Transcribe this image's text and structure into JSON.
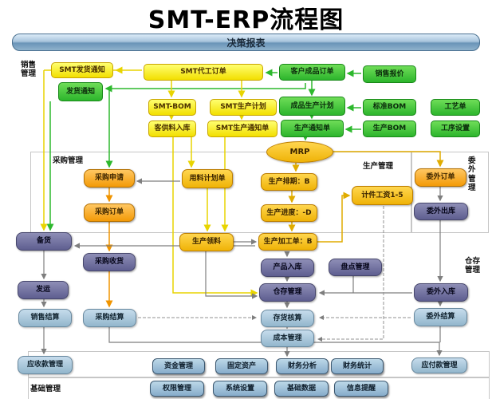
{
  "title": "SMT-ERP流程图",
  "banner": {
    "label": "决策报表"
  },
  "regions": {
    "sales": "销售管理",
    "purchase": "采购管理",
    "production": "生产管理",
    "outsource": "委外管理",
    "warehouse": "仓存管理",
    "base": "基础管理"
  },
  "colors": {
    "yellow_box": "#f2df00",
    "gold_box": "#efb307",
    "green_box": "#2cb52c",
    "orange_box": "#f39a07",
    "purple_box": "#5e5e90",
    "lightblue_box": "#92b6cc",
    "steelblue_button": "#86accb",
    "banner_blue": "#6a94b8",
    "arrow_green": "#2db82d",
    "arrow_yellow": "#e8d400",
    "arrow_orange": "#f09400",
    "arrow_gray": "#7e7e7e"
  },
  "nodes": {
    "smt_ship_notice": {
      "label": "SMT发货通知"
    },
    "ship_notice": {
      "label": "发货通知"
    },
    "smt_oem_order": {
      "label": "SMT代工订单"
    },
    "cust_order": {
      "label": "客户成品订单"
    },
    "sales_quote": {
      "label": "销售报价"
    },
    "smt_bom": {
      "label": "SMT-BOM"
    },
    "smt_prod_plan": {
      "label": "SMT生产计划"
    },
    "fin_prod_plan": {
      "label": "成品生产计划"
    },
    "std_bom": {
      "label": "标准BOM"
    },
    "craft_sheet": {
      "label": "工艺单"
    },
    "cust_supply_in": {
      "label": "客供料入库"
    },
    "smt_prod_notice": {
      "label": "SMT生产通知单"
    },
    "prod_notice": {
      "label": "生产通知单"
    },
    "prod_bom": {
      "label": "生产BOM"
    },
    "process_set": {
      "label": "工序设置"
    },
    "mrp": {
      "label": "MRP"
    },
    "material_plan": {
      "label": "用料计划单"
    },
    "purchase_req": {
      "label": "采购申请"
    },
    "purchase_order": {
      "label": "采购订单"
    },
    "prod_schedule": {
      "label": "生产排期：B"
    },
    "prod_progress": {
      "label": "生产进度：-D"
    },
    "prod_work_order": {
      "label": "生产加工单：B"
    },
    "piece_wage": {
      "label": "计件工资1-5"
    },
    "prod_picking": {
      "label": "生产领料"
    },
    "outsource_order": {
      "label": "委外订单"
    },
    "outsource_out": {
      "label": "委外出库"
    },
    "stock_prep": {
      "label": "备货"
    },
    "purchase_recv": {
      "label": "采购收货"
    },
    "shipping": {
      "label": "发运"
    },
    "product_in": {
      "label": "产品入库"
    },
    "warehouse_node": {
      "label": "仓存管理"
    },
    "stocktake": {
      "label": "盘点管理"
    },
    "outsource_in": {
      "label": "委外入库"
    },
    "sales_settle": {
      "label": "销售结算"
    },
    "purchase_settle": {
      "label": "采购结算"
    },
    "inv_account": {
      "label": "存货核算"
    },
    "cost_mgmt": {
      "label": "成本管理"
    },
    "outsource_settle": {
      "label": "委外结算"
    },
    "ar_mgmt": {
      "label": "应收款管理"
    },
    "ap_mgmt": {
      "label": "应付款管理"
    },
    "fund_mgmt": {
      "label": "资金管理"
    },
    "fixed_assets": {
      "label": "固定资产"
    },
    "fin_analysis": {
      "label": "财务分析"
    },
    "fin_stats": {
      "label": "财务统计"
    },
    "perm_mgmt": {
      "label": "权限管理"
    },
    "sys_set": {
      "label": "系统设置"
    },
    "base_data": {
      "label": "基础数据"
    },
    "info_remind": {
      "label": "信息提醒"
    }
  }
}
